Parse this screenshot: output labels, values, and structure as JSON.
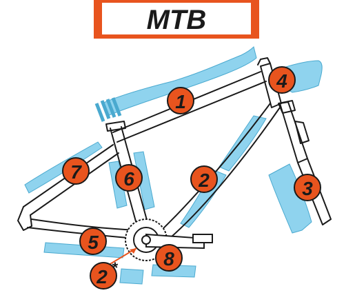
{
  "banner": {
    "title": "MTB"
  },
  "colors": {
    "banner": "#e8541e",
    "badge": "#e8541e",
    "protector": "#8fd3ee",
    "protector_stroke": "#4aa9cf",
    "frame_stroke": "#1a1a1a",
    "frame_fill": "#ffffff",
    "outline_text": "#1a1a1a"
  },
  "labels": {
    "top_tube": "1",
    "down_tube": "2",
    "fork": "3",
    "head_tube": "4",
    "chainstay": "5",
    "seat_tube": "6",
    "seatstay": "7",
    "crank": "8",
    "extra": "2",
    "extra_mark": "*"
  }
}
